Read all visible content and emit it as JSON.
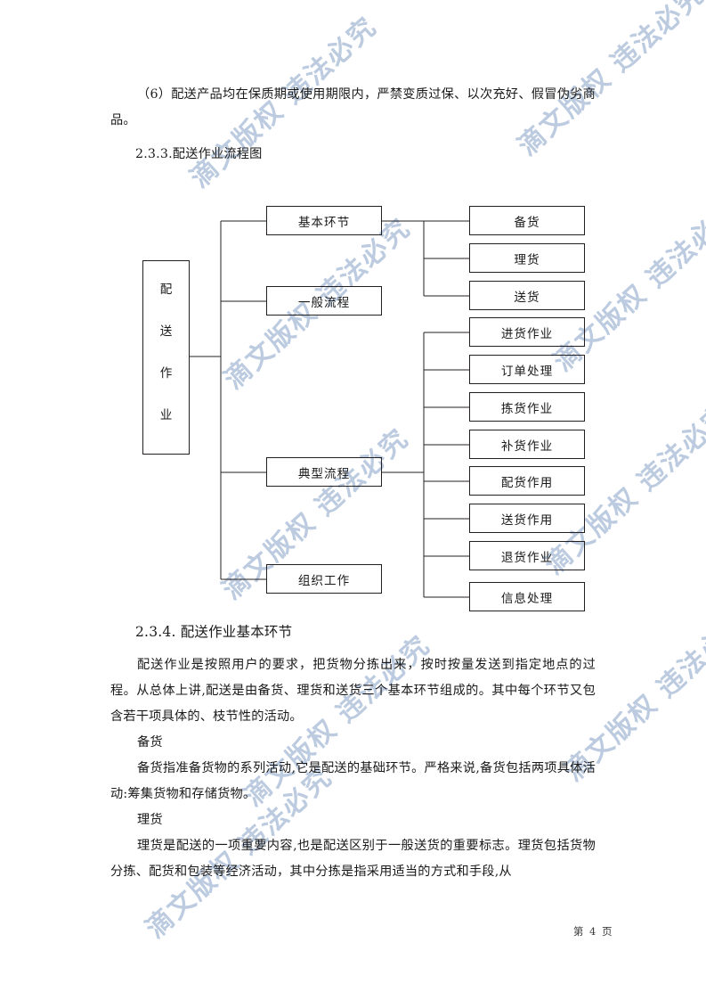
{
  "document": {
    "paragraph_1": "（6）配送产品均在保质期或使用期限内，严禁变质过保、以次充好、假冒伪劣商品。",
    "heading_233": "2.3.3.配送作业流程图",
    "heading_234": "2.3.4. 配送作业基本环节",
    "paragraph_2": "配送作业是按照用户的要求，把货物分拣出来，按时按量发送到指定地点的过程。从总体上讲‚配送是由备货、理货和送货三个基本环节组成的。其中每个环节又包含若干项具体的、枝节性的活动。",
    "label_beihuo": "备货",
    "paragraph_3": "备货指准备货物的系列活动‚它是配送的基础环节。严格来说‚备货包括两项具体活动:筹集货物和存储货物。",
    "label_lihuo": "理货",
    "paragraph_4": "理货是配送的一项重要内容‚也是配送区别于一般送货的重要标志。理货包括货物分拣、配货和包装等经济活动，其中分拣是指采用适当的方式和手段‚从",
    "footer": "第 4 页"
  },
  "watermark": {
    "text": "滴文版权 违法必究",
    "color": "#b9c9de"
  },
  "diagram": {
    "root": {
      "chars": [
        "配",
        "送",
        "作",
        "业"
      ],
      "full_text": "配送作业"
    },
    "level2": [
      {
        "label": "基本环节"
      },
      {
        "label": "一般流程"
      },
      {
        "label": "典型流程"
      },
      {
        "label": "组织工作"
      }
    ],
    "basic_links": [
      {
        "label": "备货"
      },
      {
        "label": "理货"
      },
      {
        "label": "送货"
      }
    ],
    "typical_flow": [
      {
        "label": "进货作业"
      },
      {
        "label": "订单处理"
      },
      {
        "label": "拣货作业"
      },
      {
        "label": "补货作业"
      },
      {
        "label": "配货作用"
      },
      {
        "label": "送货作用"
      },
      {
        "label": "退货作业"
      },
      {
        "label": "信息处理"
      }
    ]
  }
}
